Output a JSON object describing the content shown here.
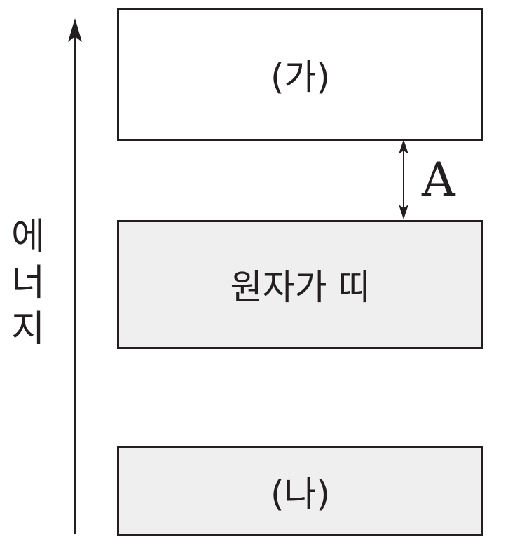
{
  "axis": {
    "label_chars": [
      "에",
      "너",
      "지"
    ]
  },
  "levels": [
    {
      "id": "upper",
      "label": "(가)",
      "fill": "#ffffff"
    },
    {
      "id": "band",
      "label": "원자가 띠",
      "fill": "#efefef"
    },
    {
      "id": "lower",
      "label": "(나)",
      "fill": "#efefef"
    }
  ],
  "gap": {
    "label": "A"
  }
}
